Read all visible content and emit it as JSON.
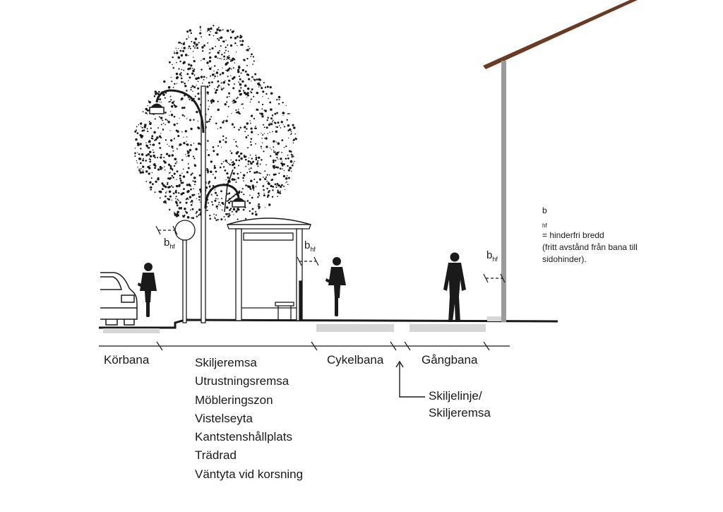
{
  "zones": {
    "korbana": "Körbana",
    "skiljeremsa_list": [
      "Skiljeremsa",
      "Utrustningsremsa",
      "Möbleringszon",
      "Vistelseyta",
      "Kantstenshållplats",
      "Trädrad",
      "Väntyta vid korsning"
    ],
    "cykelbana": "Cykelbana",
    "gangbana": "Gångbana"
  },
  "divider": {
    "line1": "Skiljelinje/",
    "line2": "Skiljeremsa"
  },
  "bhf": {
    "symbol": "b",
    "subscript": "hf"
  },
  "legend": {
    "symbol": "b",
    "subscript": "hf",
    "line1_rest": " = hinderfri bredd",
    "line2": "(fritt avstånd från bana till",
    "line3": "sidohinder)."
  },
  "colors": {
    "ink": "#1a1a1a",
    "ground_strip": "#d6d6d6",
    "roof": "#6b3a22",
    "post": "#9a9a9a"
  }
}
